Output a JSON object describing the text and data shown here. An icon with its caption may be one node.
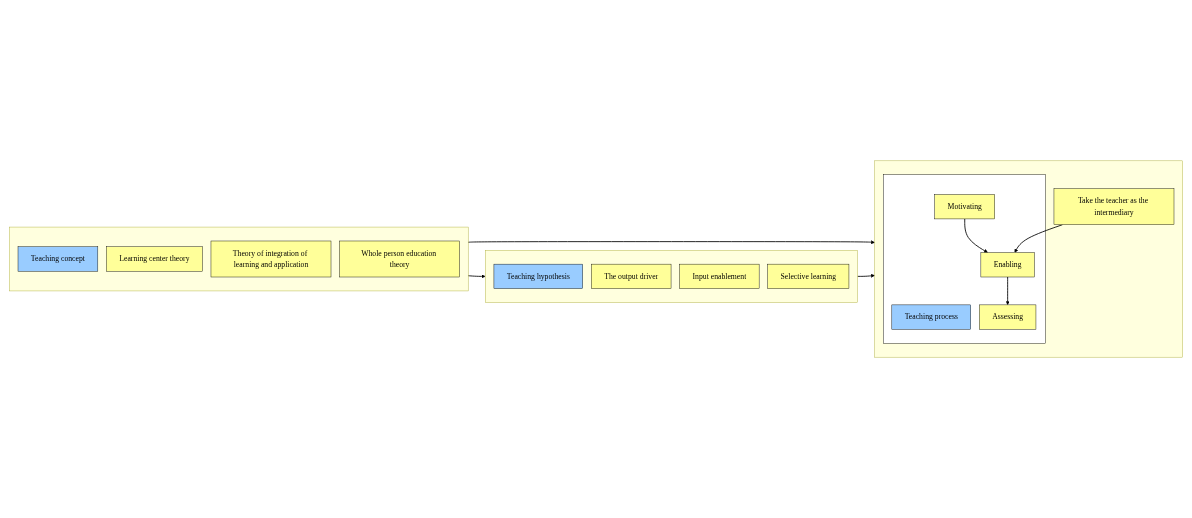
{
  "diagram": {
    "nodes": [
      {
        "text": [],
        "shape": "box"
      },
      {
        "text": [
          "Teaching concept"
        ],
        "in": 0
      },
      {
        "text": [
          "Learning center theory"
        ],
        "in": 0
      },
      {
        "text": [
          "Theory of integration of learning and application"
        ],
        "in": 0
      },
      {
        "text": [
          "Whole person education theory"
        ],
        "in": 0
      },
      {
        "text": [],
        "shape": "box"
      },
      {
        "text": [
          "Teaching hypothesis"
        ],
        "in": 5
      },
      {
        "text": [
          "The output driver"
        ],
        "in": 5
      },
      {
        "text": [
          "Input enablement"
        ],
        "in": 5
      },
      {
        "text": [
          "Selective learning"
        ],
        "in": 5
      },
      {
        "text": [],
        "shape": "box"
      },
      {
        "text": [],
        "shape": "box",
        "in": 10
      },
      {
        "text": [
          "Teaching process"
        ],
        "in": 11
      },
      {
        "text": [
          "Motivating"
        ],
        "in": 11
      },
      {
        "text": [
          "Enabling"
        ],
        "in": 11
      },
      {
        "text": [
          "Assessing"
        ],
        "in": 11
      },
      {
        "text": [
          "Take the teacher as the intermediary"
        ],
        "in": 10
      }
    ],
    "edges": [
      {
        "from": 0,
        "to": 5,
        "arrow": "to"
      },
      {
        "from": 0,
        "to": 10,
        "arrow": "to"
      },
      {
        "from": 5,
        "to": 10,
        "arrow": "to"
      },
      {
        "from": 13,
        "to": 14,
        "arrow": "to"
      },
      {
        "from": 14,
        "to": 15,
        "arrow": "to"
      },
      {
        "from": 16,
        "to": 14,
        "arrow": "to"
      }
    ]
  }
}
